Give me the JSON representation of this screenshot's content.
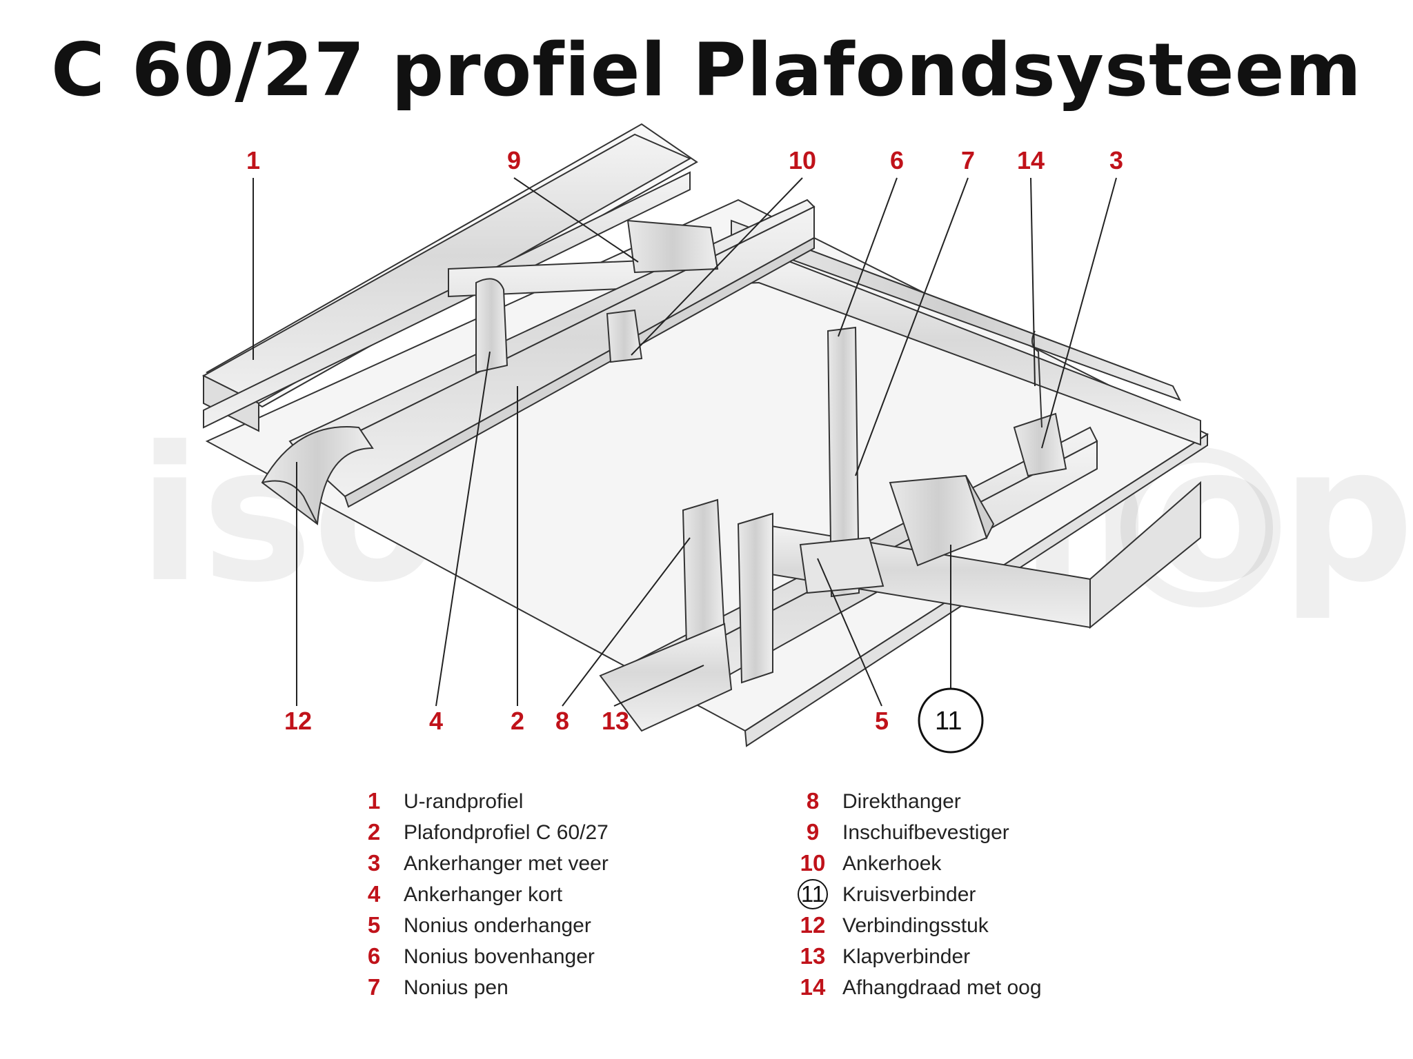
{
  "title": "C 60/27 profiel Plafondsysteem",
  "watermark": "isolatieshop",
  "accent_color": "#c0121a",
  "callouts": {
    "c1": "1",
    "c9": "9",
    "c10": "10",
    "c6": "6",
    "c7": "7",
    "c14": "14",
    "c3": "3",
    "c12": "12",
    "c4": "4",
    "c2": "2",
    "c8": "8",
    "c13": "13",
    "c5": "5",
    "c11": "11"
  },
  "legend": {
    "left": [
      {
        "num": "1",
        "label": "U-randprofiel"
      },
      {
        "num": "2",
        "label": "Plafondprofiel C 60/27"
      },
      {
        "num": "3",
        "label": "Ankerhanger met veer"
      },
      {
        "num": "4",
        "label": "Ankerhanger kort"
      },
      {
        "num": "5",
        "label": "Nonius onderhanger"
      },
      {
        "num": "6",
        "label": "Nonius bovenhanger"
      },
      {
        "num": "7",
        "label": "Nonius pen"
      }
    ],
    "right": [
      {
        "num": "8",
        "label": "Direkthanger"
      },
      {
        "num": "9",
        "label": "Inschuifbevestiger"
      },
      {
        "num": "10",
        "label": "Ankerhoek"
      },
      {
        "num": "11",
        "label": "Kruisverbinder"
      },
      {
        "num": "12",
        "label": "Verbindingsstuk"
      },
      {
        "num": "13",
        "label": "Klapverbinder"
      },
      {
        "num": "14",
        "label": "Afhangdraad met oog"
      }
    ]
  }
}
